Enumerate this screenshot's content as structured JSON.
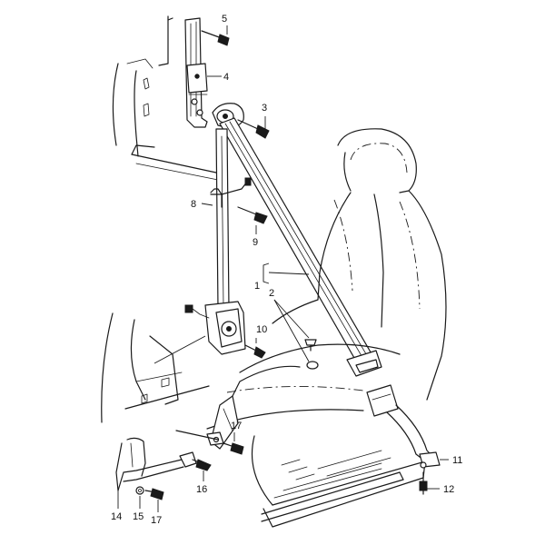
{
  "diagram": {
    "callouts": [
      {
        "id": "c5",
        "label": "5"
      },
      {
        "id": "c4",
        "label": "4"
      },
      {
        "id": "c3",
        "label": "3"
      },
      {
        "id": "c8",
        "label": "8"
      },
      {
        "id": "c9",
        "label": "9"
      },
      {
        "id": "c1",
        "label": "1"
      },
      {
        "id": "c2",
        "label": "2"
      },
      {
        "id": "c10",
        "label": "10"
      },
      {
        "id": "c17a",
        "label": "17"
      },
      {
        "id": "c16",
        "label": "16"
      },
      {
        "id": "c11",
        "label": "11"
      },
      {
        "id": "c12",
        "label": "12"
      },
      {
        "id": "c14",
        "label": "14"
      },
      {
        "id": "c15",
        "label": "15"
      },
      {
        "id": "c17b",
        "label": "17"
      }
    ]
  }
}
